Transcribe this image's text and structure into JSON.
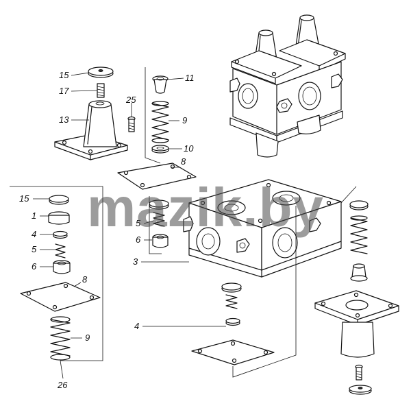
{
  "watermark": "mazik.by",
  "labels": {
    "top_15": "15",
    "top_17": "17",
    "top_13": "13",
    "top_25": "25",
    "top_11": "11",
    "top_9": "9",
    "top_10": "10",
    "top_8": "8",
    "left_15": "15",
    "left_1": "1",
    "left_4": "4",
    "left_5": "5",
    "left_6": "6",
    "left_8": "8",
    "left_9": "9",
    "left_26": "26",
    "mid_5": "5",
    "mid_6": "6",
    "mid_3": "3",
    "bot_4": "4"
  }
}
